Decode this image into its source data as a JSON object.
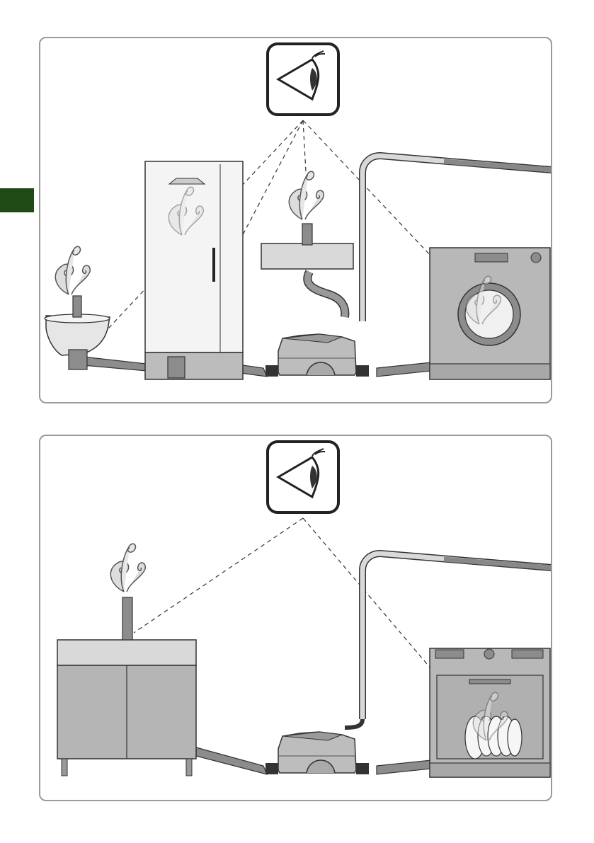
{
  "colors": {
    "side_tab": "#1f4a16",
    "panel_border": "#9a9a9a",
    "appliance_gray": "#b8b8b8",
    "pipe_gray": "#8c8c8c",
    "outline": "#333333"
  },
  "icons": {
    "inspect": "eye-icon",
    "fumes": "odor-swirl-icon"
  },
  "panels": [
    {
      "appliances": [
        "wall-hung-toilet",
        "shower-cabinet",
        "sink",
        "washing-machine",
        "macerator-pump"
      ]
    },
    {
      "appliances": [
        "kitchen-sink-cabinet",
        "dishwasher",
        "macerator-pump"
      ]
    }
  ]
}
